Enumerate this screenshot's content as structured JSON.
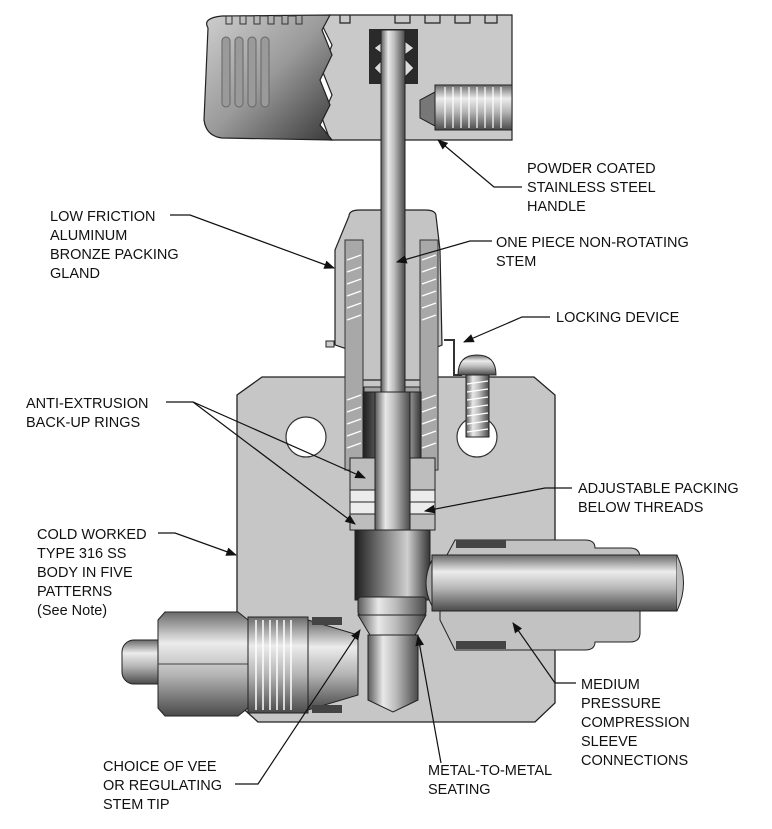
{
  "diagram": {
    "subject": "Needle valve cutaway",
    "callouts": [
      {
        "id": "handle",
        "lines": [
          "POWDER COATED",
          "STAINLESS STEEL",
          "HANDLE"
        ]
      },
      {
        "id": "packing-gland",
        "lines": [
          "LOW FRICTION",
          "ALUMINUM",
          "BRONZE PACKING",
          "GLAND"
        ]
      },
      {
        "id": "stem",
        "lines": [
          "ONE PIECE NON-ROTATING",
          "STEM"
        ]
      },
      {
        "id": "locking-device",
        "lines": [
          "LOCKING DEVICE"
        ]
      },
      {
        "id": "backup-rings",
        "lines": [
          "ANTI-EXTRUSION",
          "BACK-UP RINGS"
        ]
      },
      {
        "id": "adjustable-packing",
        "lines": [
          "ADJUSTABLE PACKING",
          "BELOW THREADS"
        ]
      },
      {
        "id": "body",
        "lines": [
          "COLD WORKED",
          "TYPE 316 SS",
          "BODY IN FIVE",
          "PATTERNS",
          "(See Note)"
        ]
      },
      {
        "id": "connections",
        "lines": [
          "MEDIUM",
          "PRESSURE",
          "COMPRESSION",
          "SLEEVE",
          "CONNECTIONS"
        ]
      },
      {
        "id": "stem-tip",
        "lines": [
          "CHOICE OF VEE",
          "OR REGULATING",
          "STEM TIP"
        ]
      },
      {
        "id": "seating",
        "lines": [
          "METAL-TO-METAL",
          "SEATING"
        ]
      }
    ]
  }
}
